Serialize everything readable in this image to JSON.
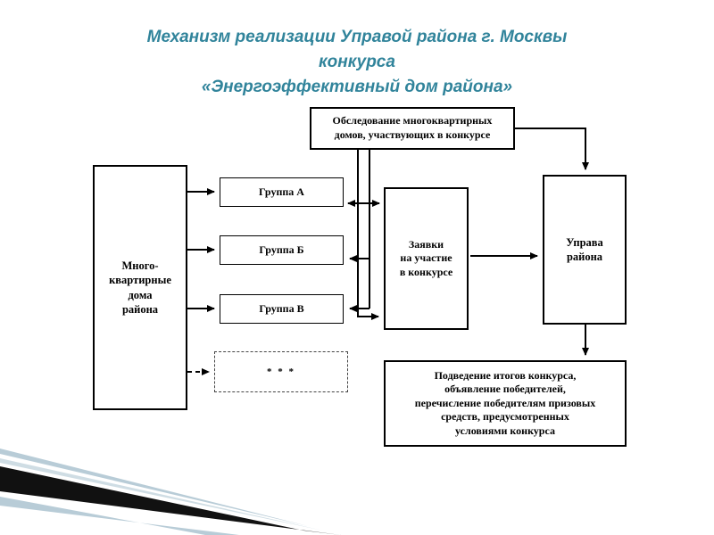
{
  "slide": {
    "accent_color": "#31849B",
    "diagram_line_color": "#000000",
    "swoosh_colors": [
      "#b8ccd7",
      "#cfdde4",
      "#111111"
    ],
    "title_lines": [
      "Механизм реализации Управой района г. Москвы",
      "конкурса",
      "«Энергоэффективный дом района»"
    ]
  },
  "diagram": {
    "survey_box": "Обследование многоквартирных\nдомов, участвующих в конкурсе",
    "apartments_box": "Много-\nквартирные\nдома\nрайона",
    "group_a": "Группа А",
    "group_b": "Группа Б",
    "group_v": "Группа В",
    "ellipsis_box": "* * *",
    "applications_box": "Заявки\nна участие\nв конкурсе",
    "council_box": "Управа\nрайона",
    "results_box": "Подведение итогов конкурса,\nобъявление победителей,\nперечисление победителям призовых\nсредств, предусмотренных\nусловиями конкурса"
  }
}
